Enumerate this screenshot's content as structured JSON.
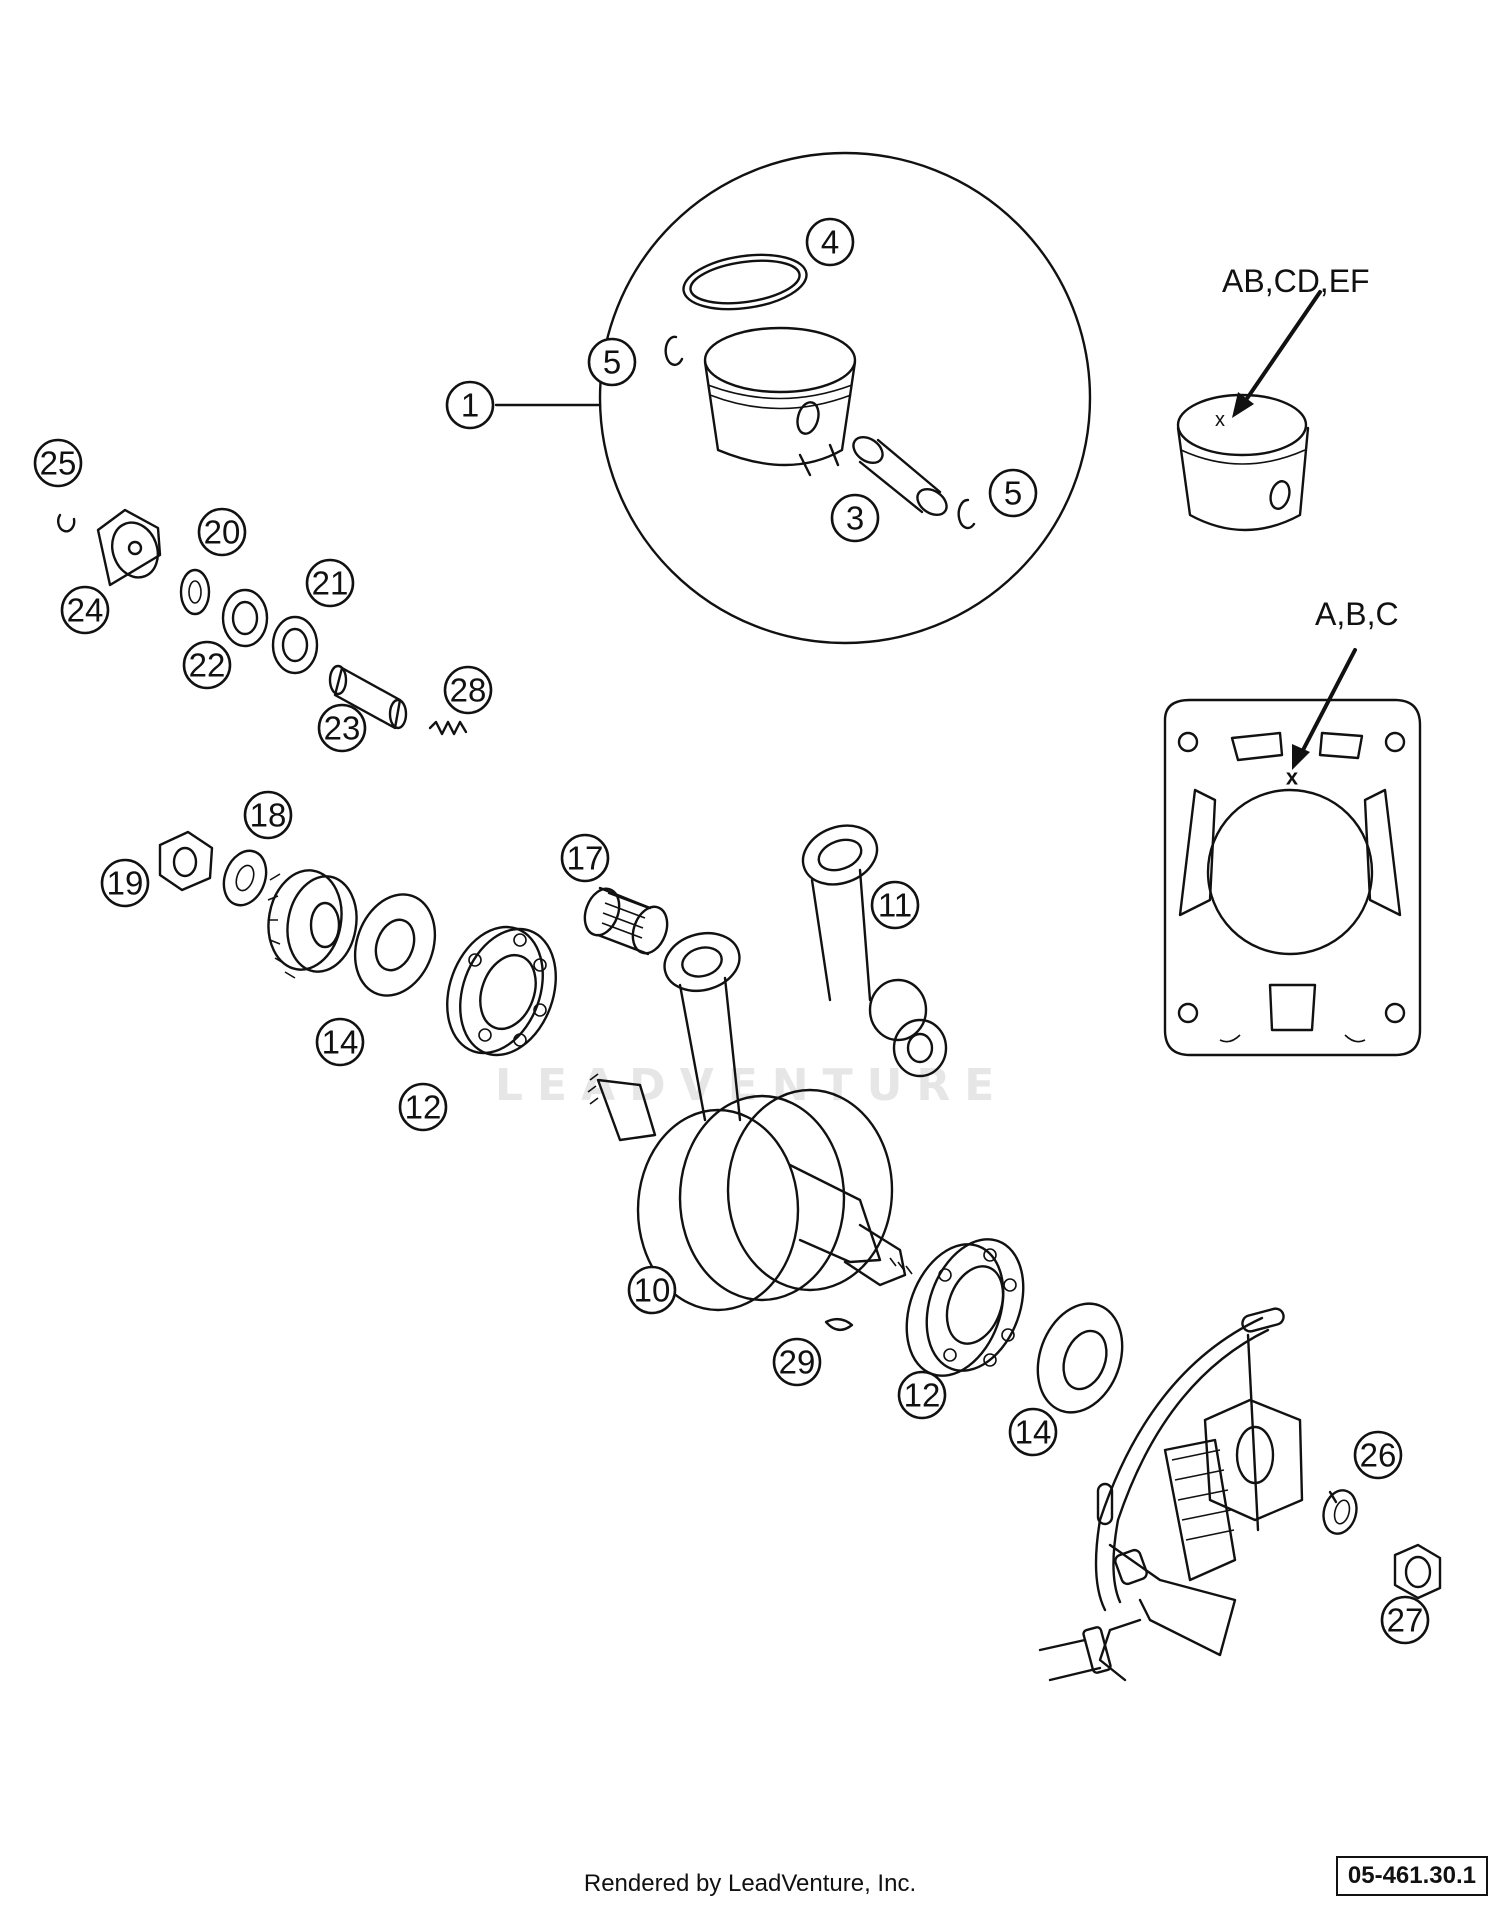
{
  "callouts": {
    "c1": "1",
    "c3": "3",
    "c4": "4",
    "c5a": "5",
    "c5b": "5",
    "c10": "10",
    "c11": "11",
    "c12a": "12",
    "c12b": "12",
    "c14a": "14",
    "c14b": "14",
    "c17": "17",
    "c18": "18",
    "c19": "19",
    "c20": "20",
    "c21": "21",
    "c22": "22",
    "c23": "23",
    "c24": "24",
    "c25": "25",
    "c26": "26",
    "c27": "27",
    "c28": "28",
    "c29": "29"
  },
  "markings": {
    "piston_codes": "AB,CD,EF",
    "cylinder_codes": "A,B,C",
    "mark_x": "x"
  },
  "watermark": "LEADVENTURE",
  "footer": {
    "rendered_by": "Rendered by LeadVenture, Inc.",
    "diagram_number": "05-461.30.1"
  }
}
